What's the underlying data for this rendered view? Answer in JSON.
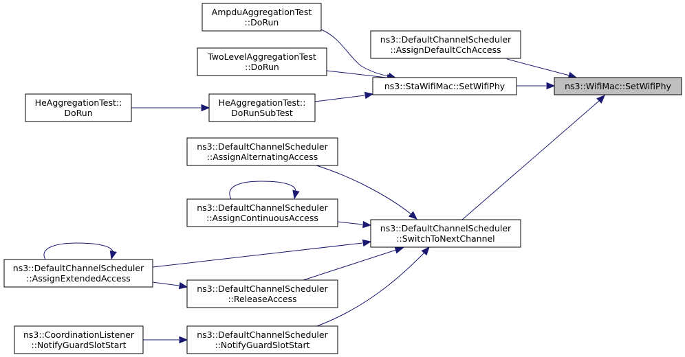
{
  "graph": {
    "colors": {
      "edge": "#191970",
      "root_fill": "#bfbfbf",
      "node_fill": "#ffffff",
      "border": "#000000"
    },
    "nodes": {
      "n0": {
        "lines": [
          "ns3::WifiMac::SetWifiPhy"
        ]
      },
      "n1": {
        "lines": [
          "ns3::DefaultChannelScheduler",
          "::AssignDefaultCchAccess"
        ]
      },
      "n2": {
        "lines": [
          "ns3::StaWifiMac::SetWifiPhy"
        ]
      },
      "n3": {
        "lines": [
          "AmpduAggregationTest",
          "::DoRun"
        ]
      },
      "n4": {
        "lines": [
          "TwoLevelAggregationTest",
          "::DoRun"
        ]
      },
      "n5": {
        "lines": [
          "HeAggregationTest::",
          "DoRunSubTest"
        ]
      },
      "n6": {
        "lines": [
          "HeAggregationTest::",
          "DoRun"
        ]
      },
      "n7": {
        "lines": [
          "ns3::DefaultChannelScheduler",
          "::SwitchToNextChannel"
        ]
      },
      "n8": {
        "lines": [
          "ns3::DefaultChannelScheduler",
          "::AssignAlternatingAccess"
        ]
      },
      "n9": {
        "lines": [
          "ns3::DefaultChannelScheduler",
          "::AssignContinuousAccess"
        ]
      },
      "n10": {
        "lines": [
          "ns3::DefaultChannelScheduler",
          "::AssignExtendedAccess"
        ]
      },
      "n11": {
        "lines": [
          "ns3::DefaultChannelScheduler",
          "::ReleaseAccess"
        ]
      },
      "n12": {
        "lines": [
          "ns3::DefaultChannelScheduler",
          "::NotifyGuardSlotStart"
        ]
      },
      "n13": {
        "lines": [
          "ns3::CoordinationListener",
          "::NotifyGuardSlotStart"
        ]
      }
    },
    "edges": [
      {
        "from": "n1",
        "to": "n0"
      },
      {
        "from": "n2",
        "to": "n0"
      },
      {
        "from": "n7",
        "to": "n0"
      },
      {
        "from": "n3",
        "to": "n2"
      },
      {
        "from": "n4",
        "to": "n2"
      },
      {
        "from": "n5",
        "to": "n2"
      },
      {
        "from": "n6",
        "to": "n5"
      },
      {
        "from": "n8",
        "to": "n7"
      },
      {
        "from": "n9",
        "to": "n7"
      },
      {
        "from": "n9",
        "to": "n9"
      },
      {
        "from": "n10",
        "to": "n7"
      },
      {
        "from": "n10",
        "to": "n10"
      },
      {
        "from": "n11",
        "to": "n7"
      },
      {
        "from": "n10",
        "to": "n11"
      },
      {
        "from": "n12",
        "to": "n7"
      },
      {
        "from": "n13",
        "to": "n12"
      }
    ]
  }
}
